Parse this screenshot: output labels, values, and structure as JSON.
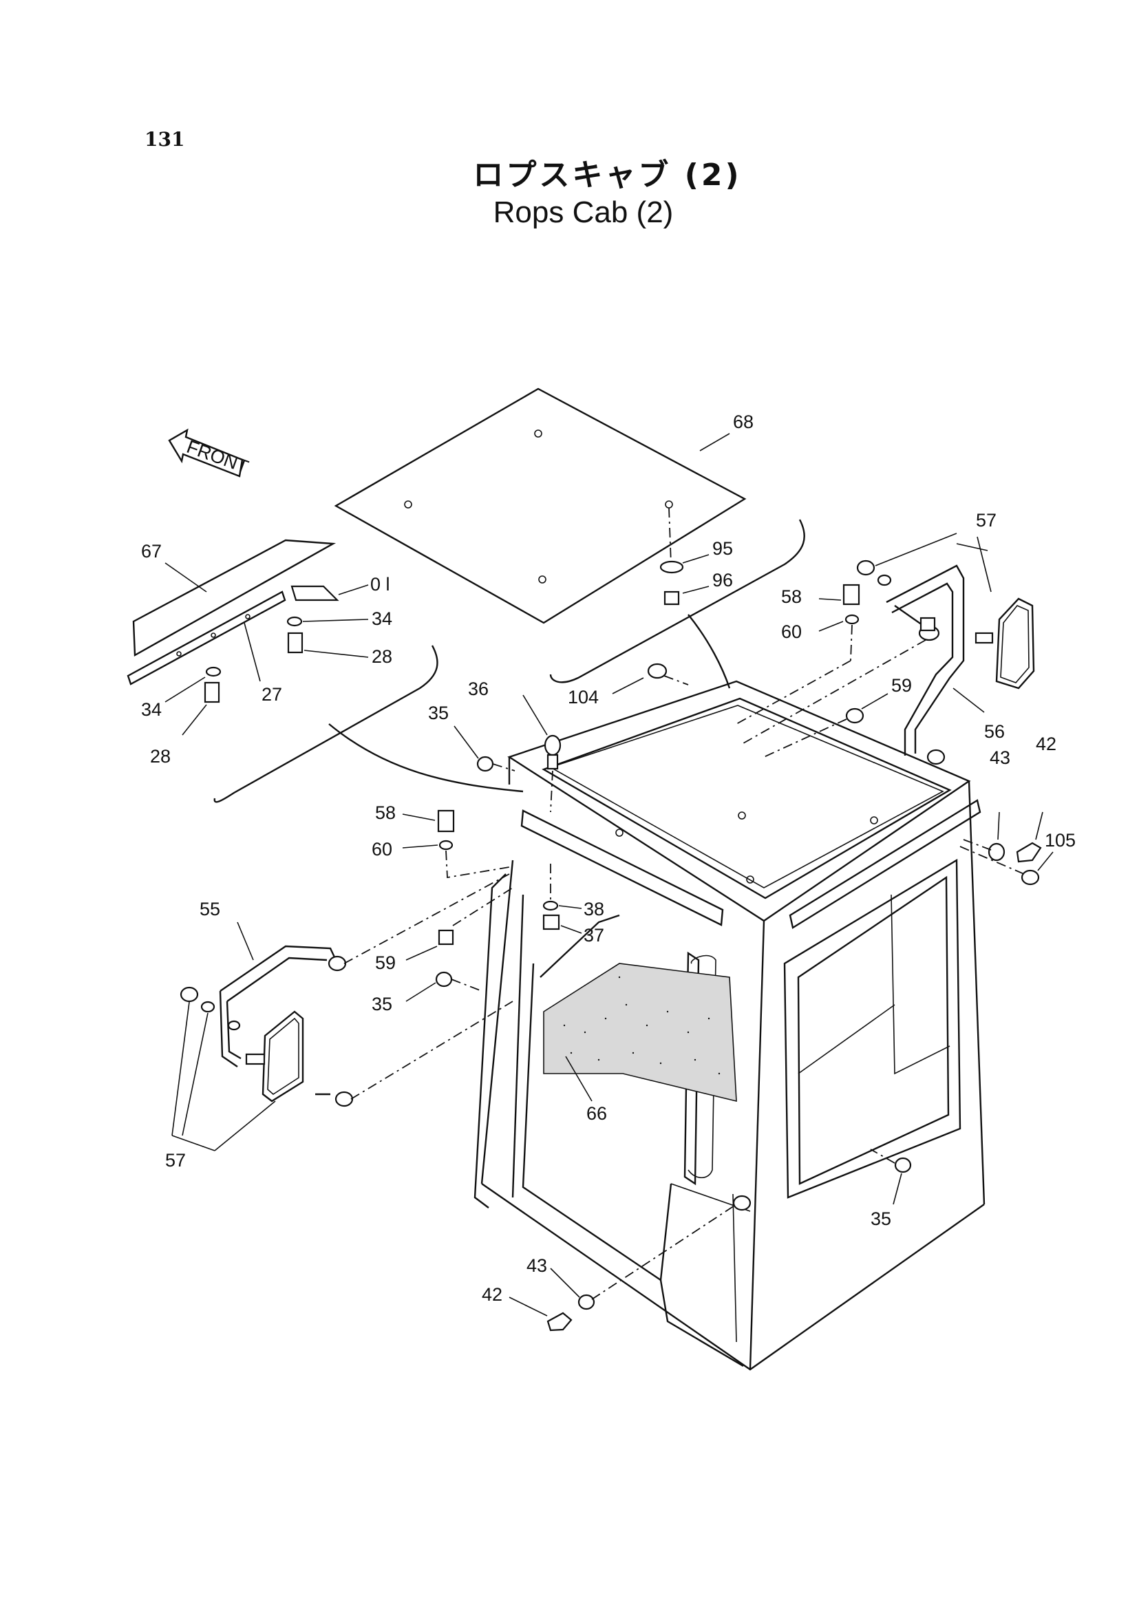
{
  "page_number": "131",
  "title_jp": "ロプスキャブ (2)",
  "title_en": "Rops Cab (2)",
  "front_arrow_label": "FRONT",
  "callouts": {
    "c68": "68",
    "c95": "95",
    "c96": "96",
    "c67": "67",
    "c01": "0 l",
    "c34a": "34",
    "c28a": "28",
    "c34b": "34",
    "c28b": "28",
    "c27": "27",
    "c57a": "57",
    "c58a": "58",
    "c60a": "60",
    "c59a": "59",
    "c56": "56",
    "c42a": "42",
    "c43a": "43",
    "c105": "105",
    "c36": "36",
    "c104": "104",
    "c35a": "35",
    "c58b": "58",
    "c60b": "60",
    "c38": "38",
    "c37": "37",
    "c59b": "59",
    "c35b": "35",
    "c55": "55",
    "c57b": "57",
    "c66": "66",
    "c35c": "35",
    "c43b": "43",
    "c42b": "42"
  }
}
